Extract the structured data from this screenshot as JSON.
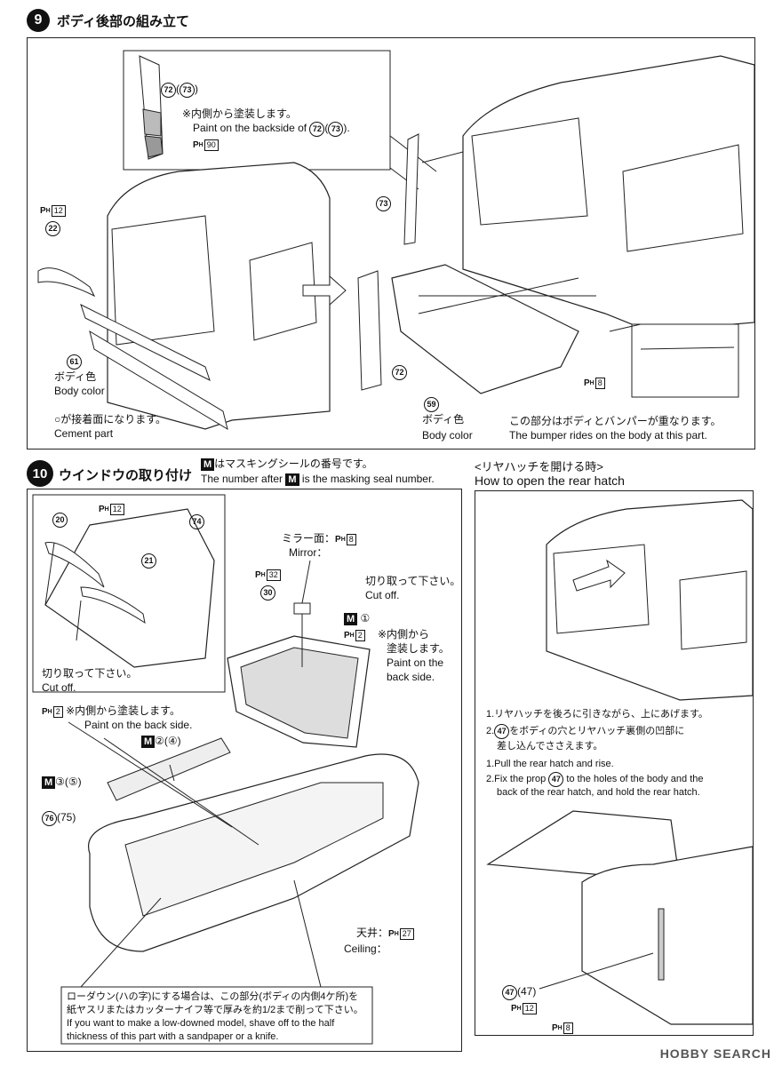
{
  "step9": {
    "number": "9",
    "title": "ボディ後部の組み立て",
    "inset_parts": "(72)(73)",
    "inset_note_jp": "※内側から塗装します。",
    "inset_note_en_prefix": "Paint on the backside of ",
    "inset_note_en_suffix": ".",
    "inset_paint": "90",
    "part22_paint": "12",
    "part22": "22",
    "part61": "61",
    "part61_jp": "ボディ色",
    "part61_en": "Body color",
    "cement_jp": "○が接着面になります。",
    "cement_en": "Cement part",
    "part73": "73",
    "part72": "72",
    "part59": "59",
    "part59_jp": "ボディ色",
    "part59_en": "Body color",
    "paint8": "8",
    "bumper_jp": "この部分はボディとバンパーが重なります。",
    "bumper_en": "The bumper rides on the body at this part."
  },
  "step10": {
    "number": "10",
    "title": "ウインドウの取り付け",
    "mask_note_jp": "はマスキングシールの番号です。",
    "mask_note_en_pre": "The number after",
    "mask_note_en_post": "is the masking seal number.",
    "m_label": "M",
    "part20": "20",
    "part21": "21",
    "part74": "74",
    "paint12": "12",
    "cutoff_jp": "切り取って下さい。",
    "cutoff_en": "Cut off.",
    "mirror_jp": "ミラー面：",
    "mirror_en": "Mirror：",
    "mirror_paint": "8",
    "part30_paint": "32",
    "part30": "30",
    "cutoff2_jp": "切り取って下さい。",
    "cutoff2_en": "Cut off.",
    "m1": "①",
    "inner_paint": "2",
    "inner_jp1": "※内側から",
    "inner_jp2": "塗装します。",
    "inner_en1": "Paint on the",
    "inner_en2": "back side.",
    "side_paint": "2",
    "side_jp": "※内側から塗装します。",
    "side_en": "Paint on the back side.",
    "m24": "②(④)",
    "m35": "③(⑤)",
    "part76_75": "(75)",
    "part76": "76",
    "ceiling_jp": "天井：",
    "ceiling_en": "Ceiling：",
    "ceiling_paint": "27",
    "lowdown_jp1": "ローダウン(ハの字)にする場合は、この部分(ボディの内側4ケ所)を",
    "lowdown_jp2": "紙ヤスリまたはカッターナイフ等で厚みを約1/2まで削って下さい。",
    "lowdown_en1": "If you want to make a low-downed model, shave off to the half",
    "lowdown_en2": "thickness of this part with a sandpaper or a knife."
  },
  "hatch": {
    "title_jp": "<リヤハッチを開ける時>",
    "title_en": "How to open the rear hatch",
    "step1_jp": "1.リヤハッチを後ろに引きながら、上にあげます。",
    "step2_jp_a": "2.",
    "step2_jp_b": "をボディの穴とリヤハッチ裏側の凹部に",
    "step2_jp_c": "差し込んでささえます。",
    "step1_en": "1.Pull the rear hatch and rise.",
    "step2_en_a": "2.Fix the prop",
    "step2_en_b": "to the holes of the body and the",
    "step2_en_c": "back of the rear hatch, and hold the rear hatch.",
    "part47": "47",
    "part47b": "(47)",
    "paint12": "12",
    "paint8": "8"
  },
  "watermark": "HOBBY SEARCH"
}
